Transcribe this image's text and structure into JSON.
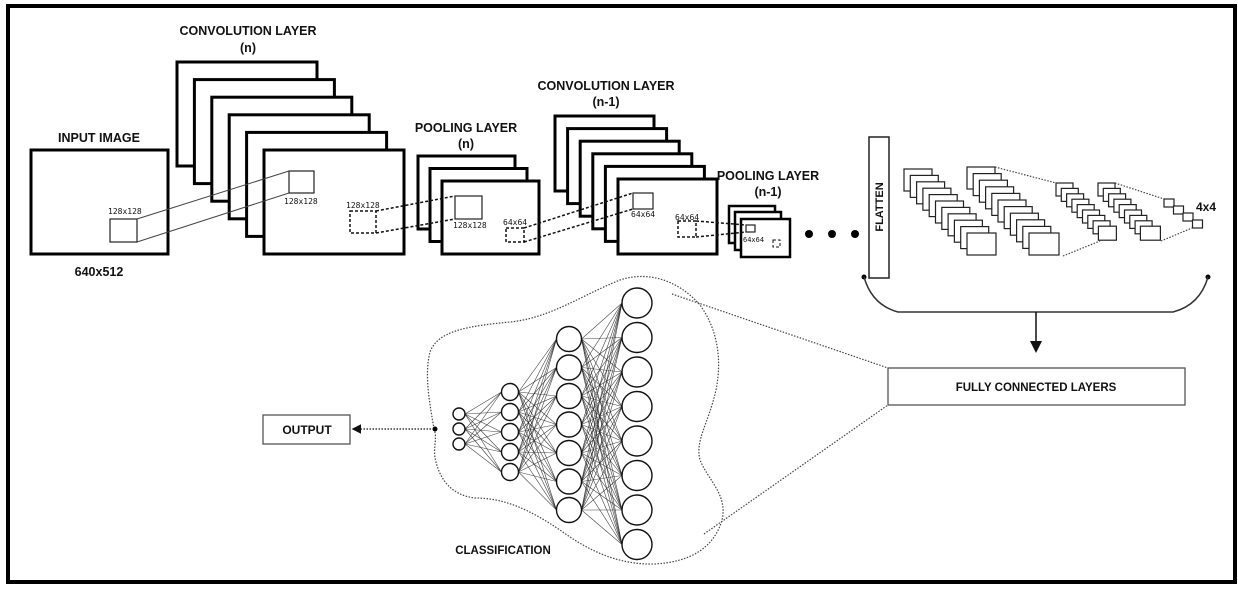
{
  "diagram": {
    "title": "CNN architecture",
    "input": {
      "label": "INPUT IMAGE",
      "size": "640x512",
      "patch": "128x128"
    },
    "conv_n": {
      "label": "CONVOLUTION LAYER",
      "index": "(n)",
      "feature_maps": 6,
      "patch_in": "128x128",
      "patch_out": "128x128"
    },
    "pool_n": {
      "label": "POOLING LAYER",
      "index": "(n)",
      "feature_maps": 3,
      "patch_in": "128x128",
      "patch_out": "64x64"
    },
    "conv_n1": {
      "label": "CONVOLUTION LAYER",
      "index": "(n-1)",
      "feature_maps": 6,
      "patch_in": "64x64",
      "patch_out": "64x64"
    },
    "pool_n1": {
      "label": "POOLING LAYER",
      "index": "(n-1)",
      "feature_maps": 3,
      "patch_in": "64x64"
    },
    "ellipsis": "• • •",
    "flatten": {
      "label": "FLATTEN"
    },
    "flatten_stacks": [
      11,
      11,
      9,
      9
    ],
    "final_size": "4x4",
    "fully_connected": {
      "label": "FULLY CONNECTED LAYERS"
    },
    "classification": {
      "label": "CLASSIFICATION",
      "layers": [
        3,
        5,
        7,
        8
      ]
    },
    "output": {
      "label": "OUTPUT"
    }
  }
}
